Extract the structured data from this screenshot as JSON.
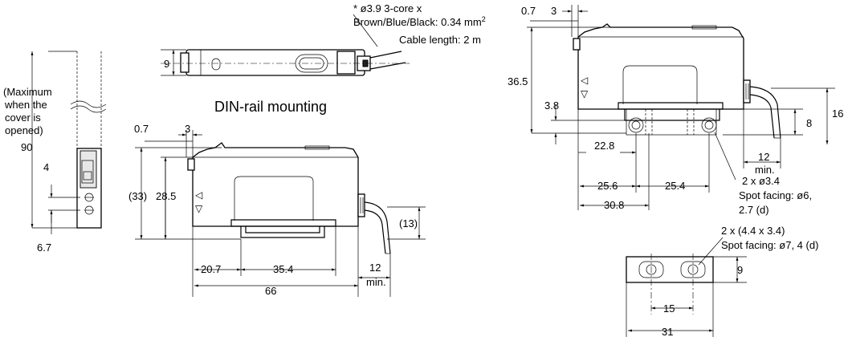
{
  "cable": {
    "line1": "* ø3.9 3-core x",
    "line2": "Brown/Blue/Black: 0.34 mm",
    "line2_sup": "2",
    "line3": "Cable length: 2 m"
  },
  "top_view": {
    "height_dim": "9"
  },
  "din_title": "DIN-rail mounting",
  "side_view": {
    "note_l1": "(Maximum",
    "note_l2": "when the",
    "note_l3": "cover is",
    "note_l4": "opened)",
    "max_dim": "90",
    "dim_4": "4",
    "dim_6_7": "6.7"
  },
  "din_view": {
    "d_0_7": "0.7",
    "d_3": "3",
    "d_33": "(33)",
    "d_28_5": "28.5",
    "d_13": "(13)",
    "d_20_7": "20.7",
    "d_35_4": "35.4",
    "d_12": "12",
    "d_min": "min.",
    "d_66": "66"
  },
  "screw_view": {
    "d_0_7": "0.7",
    "d_3": "3",
    "d_36_5": "36.5",
    "d_3_8": "3.8",
    "d_22_8": "22.8",
    "d_8": "8",
    "d_16": "16",
    "d_12": "12",
    "d_min": "min.",
    "d_25_6": "25.6",
    "d_25_4": "25.4",
    "d_30_8": "30.8",
    "holes_l1": "2 x ø3.4",
    "holes_l2": "Spot facing: ø6,",
    "holes_l3": "2.7 (d)"
  },
  "bracket": {
    "note_l1": "2 x (4.4 x 3.4)",
    "note_l2": "Spot facing: ø7, 4 (d)",
    "d_9": "9",
    "d_15": "15",
    "d_31": "31"
  }
}
